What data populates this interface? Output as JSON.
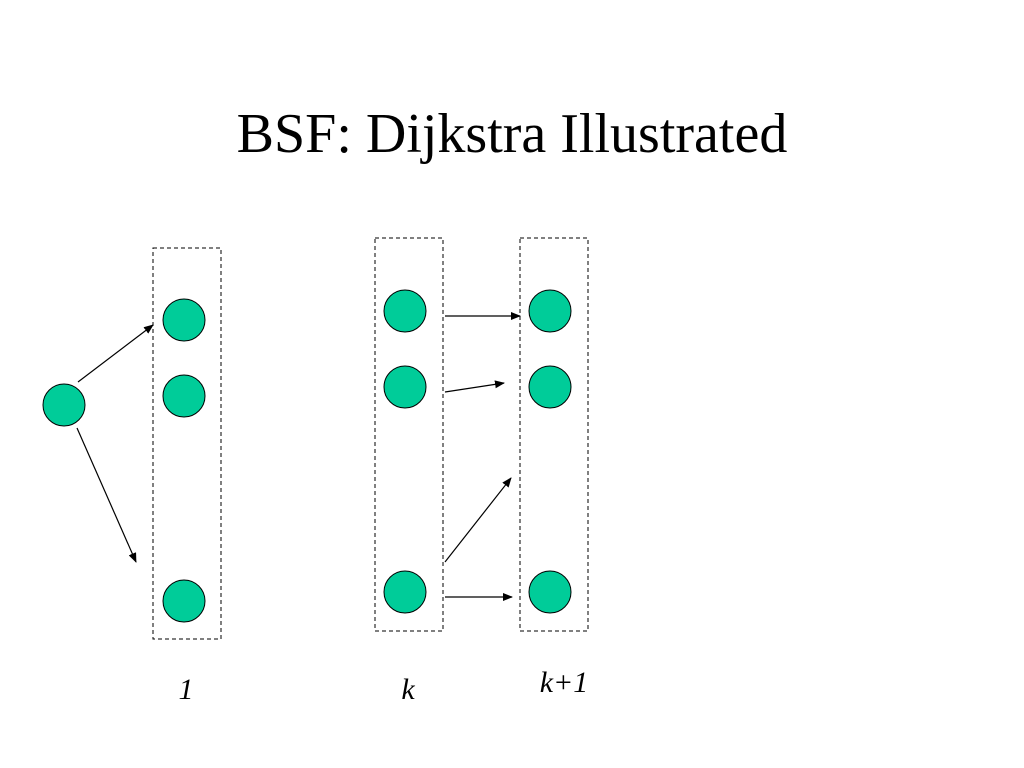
{
  "slide": {
    "title": "BSF: Dijkstra Illustrated"
  },
  "colors": {
    "node_fill": "#00CC99",
    "node_stroke": "#000000",
    "line": "#000000",
    "background": "#FFFFFF"
  },
  "diagram": {
    "layers": [
      {
        "id": "layer-1",
        "label": "1"
      },
      {
        "id": "layer-k",
        "label": "k"
      },
      {
        "id": "layer-k1",
        "label": "k+1"
      }
    ]
  }
}
